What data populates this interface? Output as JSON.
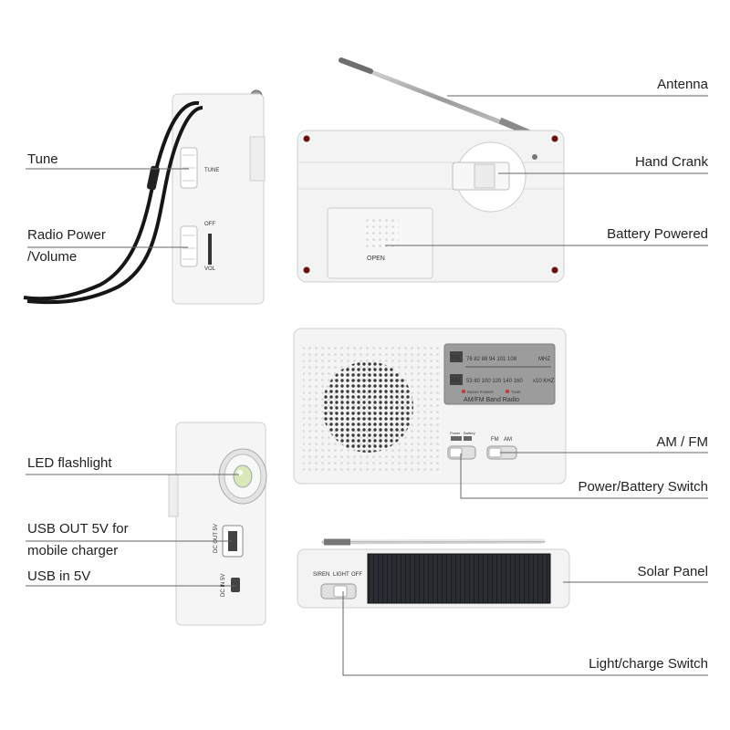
{
  "callouts": {
    "antenna": "Antenna",
    "hand_crank": "Hand Crank",
    "battery_powered": "Battery Powered",
    "tune": "Tune",
    "radio_power_line1": "Radio Power",
    "radio_power_line2": "/Volume",
    "am_fm": "AM / FM",
    "power_battery_switch": "Power/Battery Switch",
    "led_flashlight": "LED flashlight",
    "usb_out_line1": "USB OUT 5V for",
    "usb_out_line2": "mobile charger",
    "usb_in": "USB in 5V",
    "solar_panel": "Solar Panel",
    "light_charge_switch": "Light/charge Switch"
  },
  "device_labels": {
    "tune": "TUNE",
    "off": "OFF",
    "vol": "VOL",
    "open": "OPEN",
    "fm_band": "FM",
    "am_band": "AM",
    "fm_scale": "76 82 88 94 101 108",
    "fm_unit": "MHZ",
    "am_scale": "53  80 100 120 140 160",
    "am_unit": "x10 KHZ",
    "radio_power": "RADIO POWER",
    "tune_ind": "TUNE",
    "band_title": "AM/FM Band Radio",
    "power_label": "Power",
    "battery_label": "Battery",
    "fm_switch": "FM",
    "am_switch": "AM",
    "dc_out": "DC OUT 5V",
    "dc_in": "DC IN 5V",
    "siren": "SIREN",
    "light": "LIGHT",
    "off2": "OFF"
  }
}
